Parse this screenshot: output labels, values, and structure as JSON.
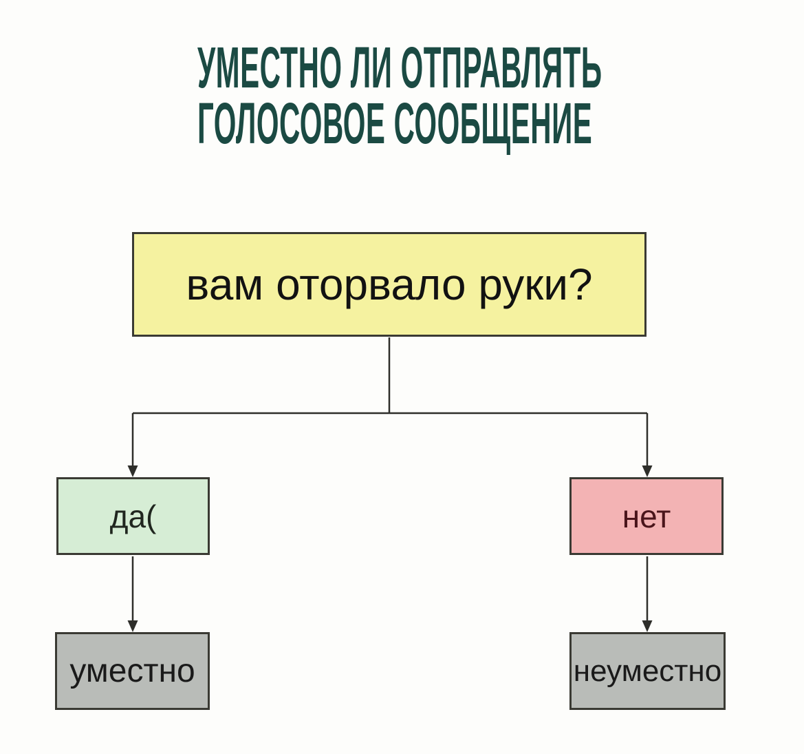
{
  "title": {
    "line1": "УМЕСТНО ЛИ ОТПРАВЛЯТЬ",
    "line2": "ГОЛОСОВОЕ СООБЩЕНИЕ",
    "color": "#1b4a43"
  },
  "flowchart": {
    "root": {
      "label": "вам оторвало руки?",
      "fill": "#f5f2a0"
    },
    "branches": [
      {
        "label": "да(",
        "fill": "#d6edd5",
        "text_color": "#20261f",
        "result": {
          "label": "уместно",
          "fill": "#b9bcb8"
        }
      },
      {
        "label": "нет",
        "fill": "#f3b3b4",
        "text_color": "#4a151b",
        "result": {
          "label": "неуместно",
          "fill": "#b9bcb8"
        }
      }
    ]
  },
  "colors": {
    "background": "#fdfdfb",
    "box_border": "#3a3a33",
    "connector_line": "#2e2e2a"
  }
}
